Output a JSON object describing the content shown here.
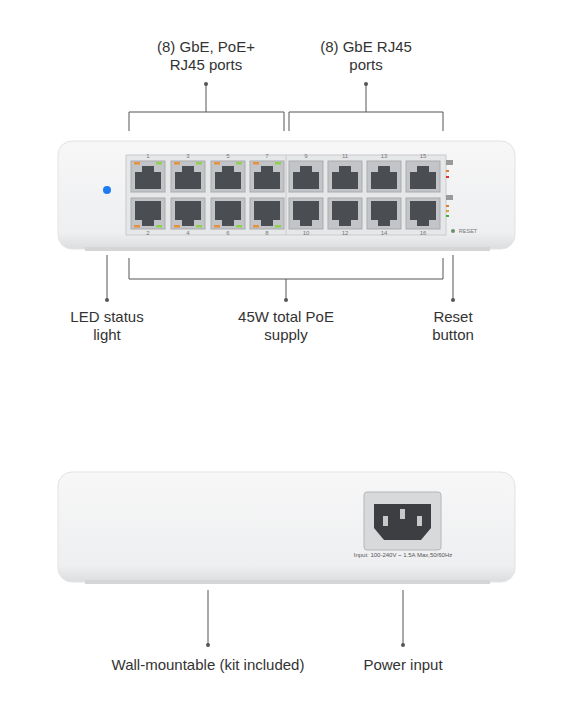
{
  "diagram": {
    "labels": [
      "(8) GbE, PoE+ RJ45 ports",
      "(8) GbE RJ45 ports",
      "1",
      "3",
      "5",
      "7",
      "9",
      "11",
      "13",
      "15",
      "2",
      "4",
      "6",
      "8",
      "10",
      "12",
      "14",
      "16",
      "RESET",
      "LED status light",
      "45W total PoE supply",
      "Reset button",
      "Input: 100-240V ~ 1.5A Max,50/60Hz",
      "Wall-mountable (kit included)",
      "Power input"
    ]
  }
}
